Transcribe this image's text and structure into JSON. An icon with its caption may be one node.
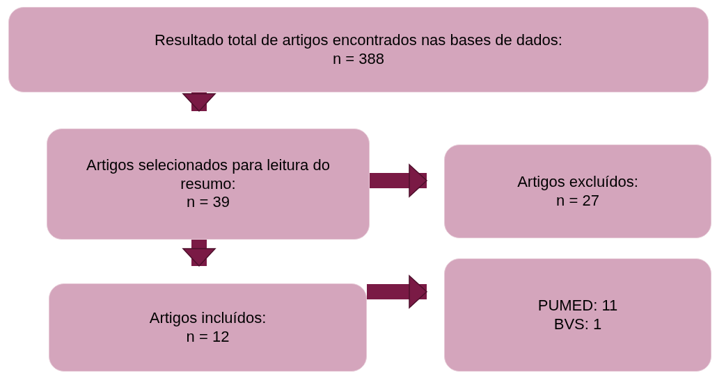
{
  "diagram": {
    "nodes": [
      {
        "text": [
          "Resultado total de artigos encontrados nas bases de dados:",
          "n = 388"
        ]
      },
      {
        "text": [
          "Artigos selecionados para leitura do resumo:",
          "n = 39"
        ]
      },
      {
        "text": [
          "Artigos excluídos:",
          "n = 27"
        ]
      },
      {
        "text": [
          "Artigos incluídos:",
          "n = 12"
        ]
      },
      {
        "text": [
          "PUMED: 11",
          "BVS: 1"
        ]
      }
    ],
    "edges": [
      {
        "from": 0,
        "to": 1,
        "arrow": "to"
      },
      {
        "from": 1,
        "to": 2,
        "arrow": "to"
      },
      {
        "from": 1,
        "to": 3,
        "arrow": "to"
      },
      {
        "from": 3,
        "to": 4,
        "arrow": "to"
      }
    ]
  }
}
